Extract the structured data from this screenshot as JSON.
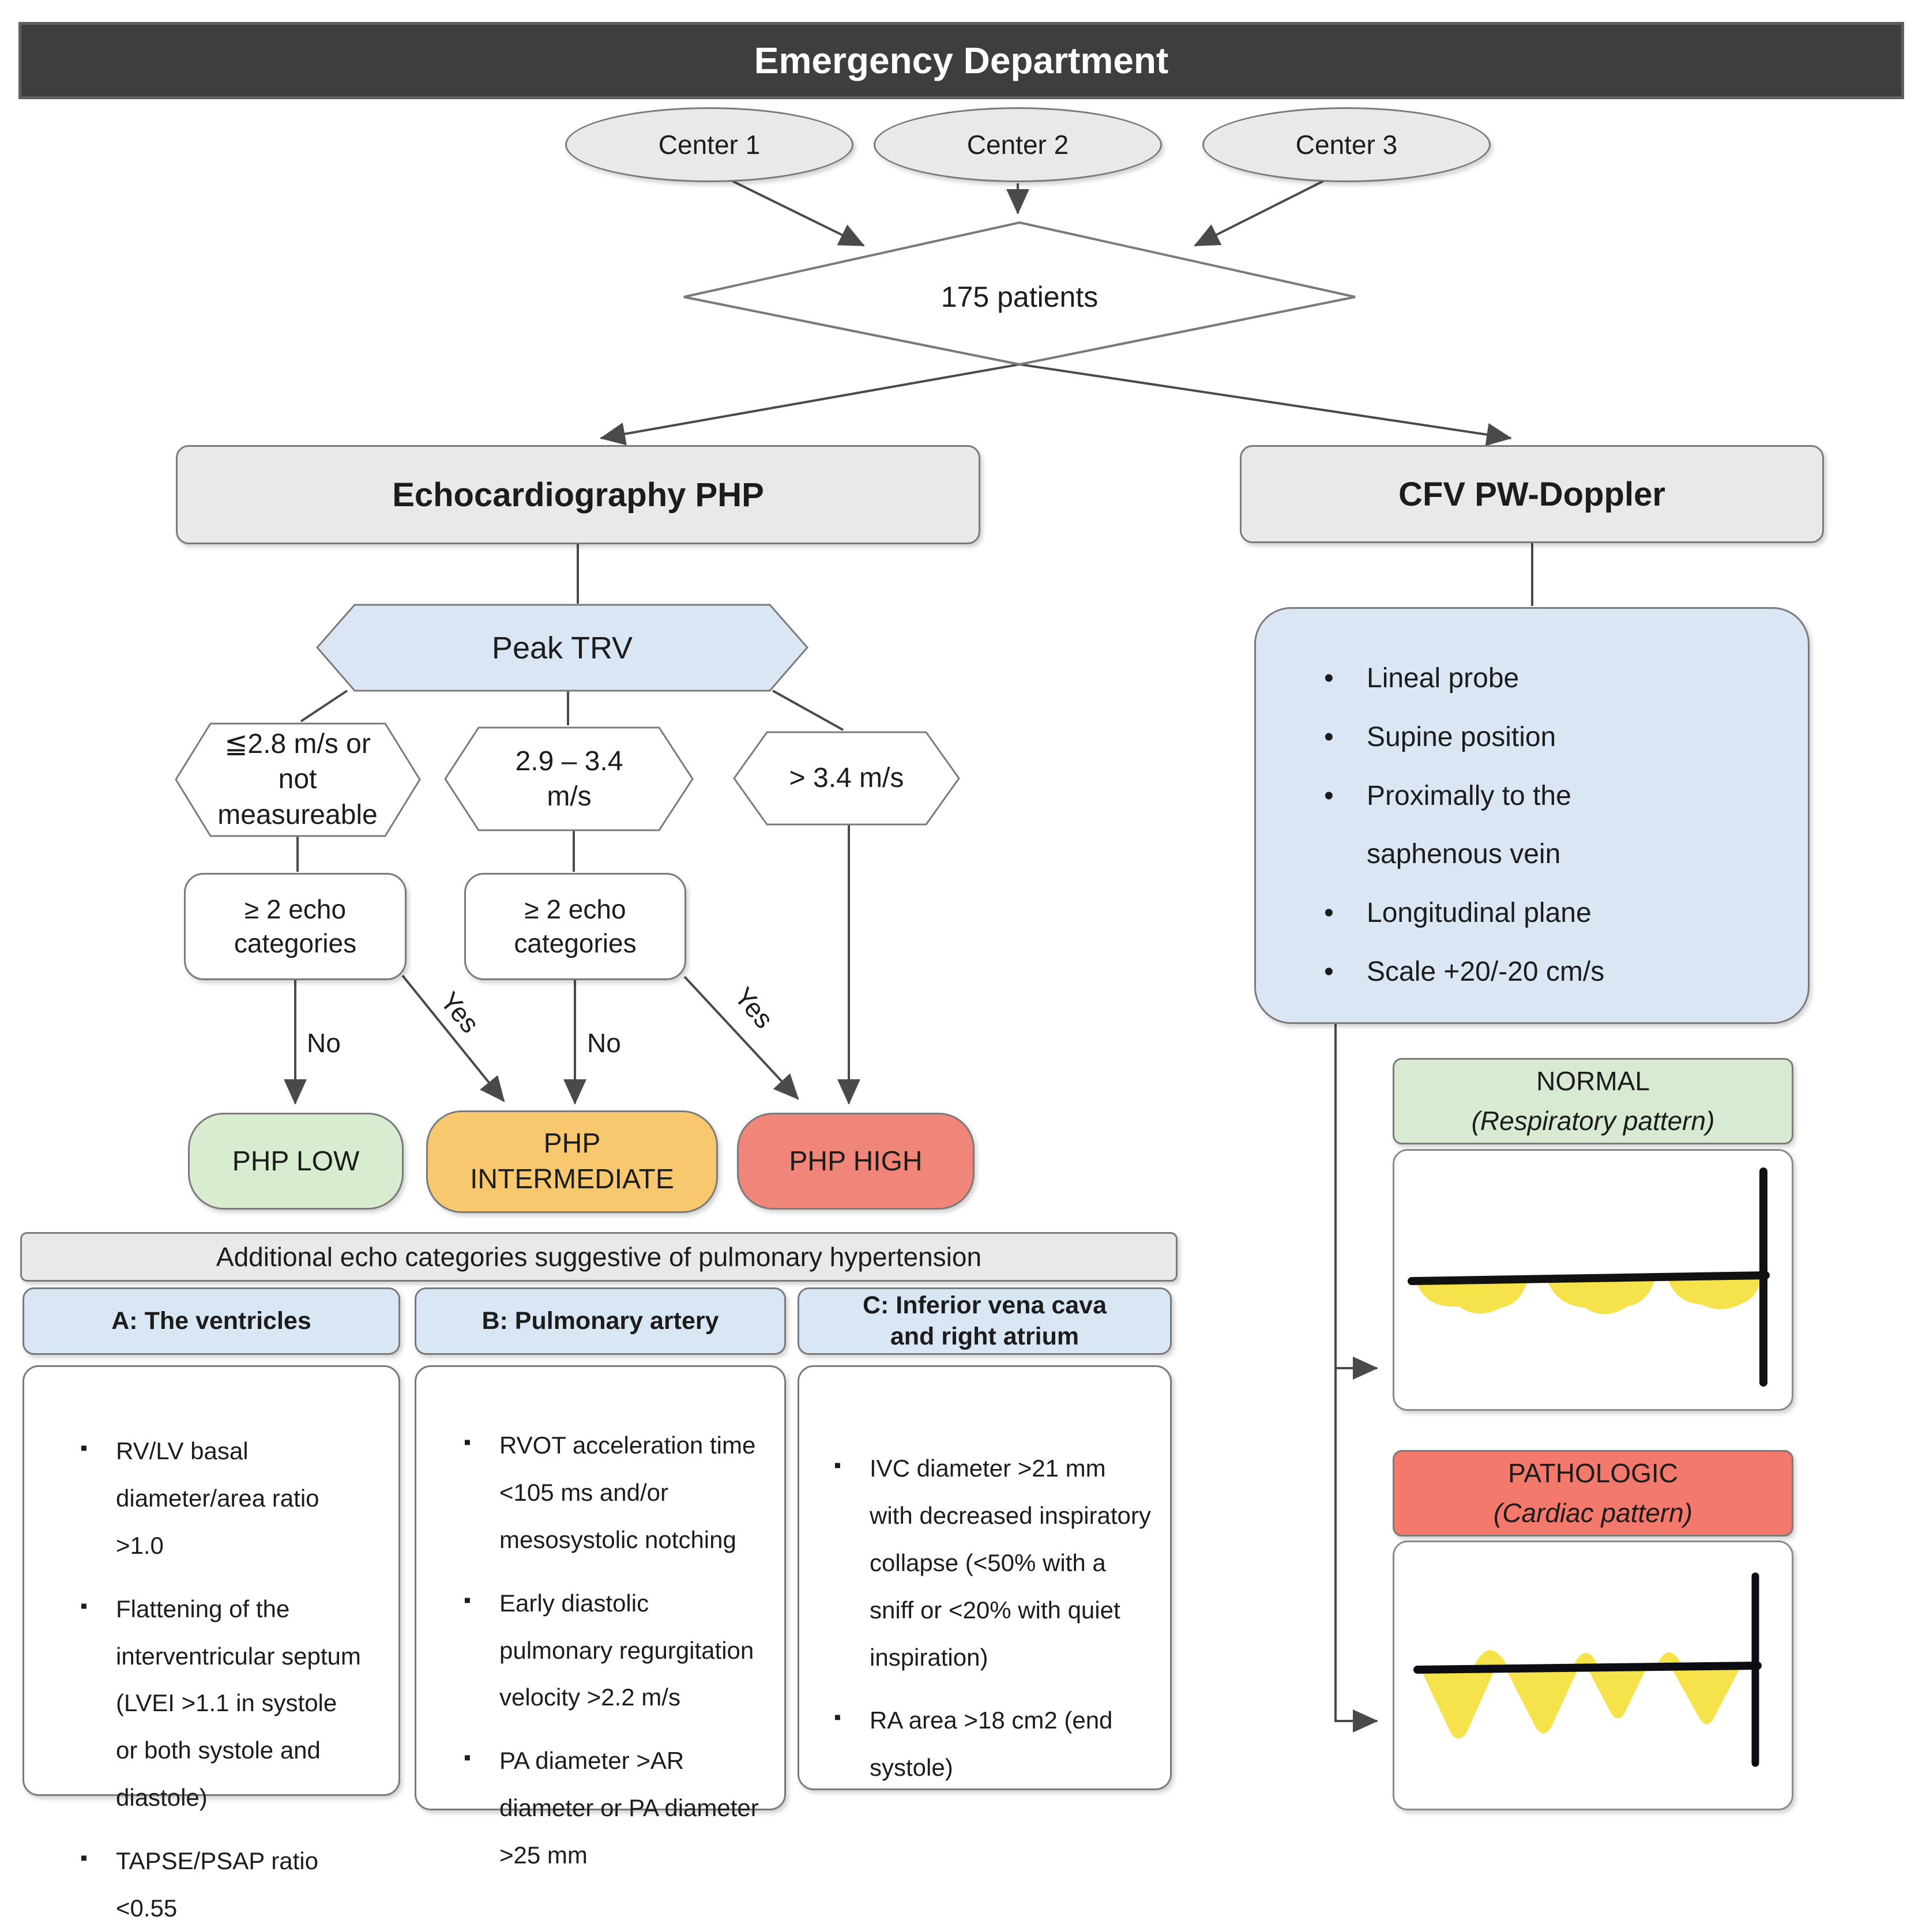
{
  "header": {
    "title": "Emergency Department"
  },
  "centers": [
    {
      "label": "Center 1"
    },
    {
      "label": "Center 2"
    },
    {
      "label": "Center 3"
    }
  ],
  "patients": {
    "label": "175 patients"
  },
  "echo": {
    "title": "Echocardiography PHP",
    "peak_trv_label": "Peak TRV",
    "branches": [
      {
        "range": "≦2.8 m/s or not measureable"
      },
      {
        "range": "2.9 – 3.4 m/s"
      },
      {
        "range": "> 3.4 m/s"
      }
    ],
    "echo_categories_label": "≥ 2 echo categories",
    "labels": {
      "no": "No",
      "yes": "Yes"
    },
    "outcomes": [
      {
        "label": "PHP LOW",
        "color": "#d8ecd0"
      },
      {
        "label": "PHP INTERMEDIATE",
        "color": "#f8c86e"
      },
      {
        "label": "PHP HIGH",
        "color": "#f0857a"
      }
    ]
  },
  "table": {
    "title": "Additional echo categories suggestive of pulmonary hypertension",
    "columns": [
      {
        "header": "A: The ventricles",
        "items": [
          "RV/LV basal diameter/area ratio >1.0",
          "Flattening of the interventricular septum (LVEI >1.1 in systole or both systole and diastole)",
          "TAPSE/PSAP ratio <0.55"
        ]
      },
      {
        "header": "B: Pulmonary artery",
        "items": [
          "RVOT acceleration time <105 ms and/or mesosystolic notching",
          "Early diastolic pulmonary regurgitation velocity >2.2 m/s",
          "PA diameter >AR diameter or PA diameter >25 mm"
        ]
      },
      {
        "header": "C: Inferior vena cava and right atrium",
        "items": [
          "IVC diameter >21 mm with decreased inspiratory collapse (<50% with a sniff or <20% with quiet inspiration)",
          "RA area >18 cm2 (end systole)"
        ]
      }
    ]
  },
  "cfv": {
    "title": "CFV PW-Doppler",
    "bullets": [
      "Lineal probe",
      "Supine position",
      "Proximally to the saphenous vein",
      "Longitudinal plane",
      "Scale +20/-20 cm/s"
    ],
    "normal": {
      "line1": "NORMAL",
      "line2": "(Respiratory pattern)"
    },
    "pathologic": {
      "line1": "PATHOLOGIC",
      "line2": "(Cardiac pattern)"
    }
  },
  "colors": {
    "header_bg": "#3e3e3e",
    "header_text": "#ffffff",
    "shape_gray": "#e9e9e9",
    "shape_blue": "#dae6f3",
    "outcome_green": "#d8ecd0",
    "outcome_orange": "#f8c86e",
    "outcome_red": "#f0857a",
    "normal_green": "#d9ead3",
    "pathologic_red": "#f3796d",
    "waveform_yellow": "#f6e34b",
    "connector": "#4a4a4a",
    "border": "#7a7a7a"
  }
}
